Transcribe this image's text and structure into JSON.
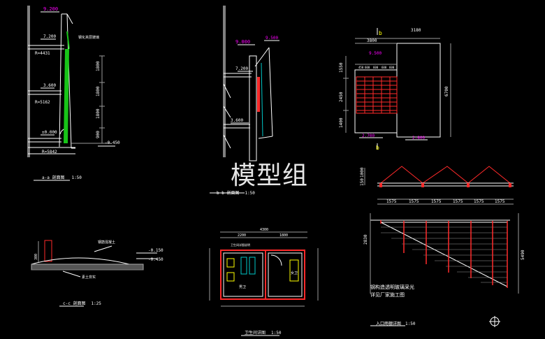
{
  "watermark": "模型组",
  "colors": {
    "background": "#000000",
    "line": "#ffffff",
    "dim": "#9a9a9a",
    "magenta": "#ff00ff",
    "red": "#ff2a2a",
    "green": "#18c418",
    "cyan": "#00c8c8"
  },
  "section_aa": {
    "title": "a-a 剖面图",
    "scale": "1:50",
    "levels": [
      "9.200",
      "7.200",
      "3.600",
      "±0.000",
      "-0.450"
    ],
    "r_labels": [
      "R=4431",
      "R=5162",
      "R=5842"
    ],
    "dims": [
      "1800",
      "1800",
      "1800",
      "900"
    ],
    "note": "钢化夹层玻璃"
  },
  "section_bb": {
    "title": "b-b 剖面图",
    "scale": "1:50",
    "levels": [
      "9.000",
      "9.500",
      "7.200",
      "3.600"
    ]
  },
  "plan_top": {
    "b_label": "b",
    "top_dims": [
      "3180",
      "3800",
      "9.500"
    ],
    "left_dims": [
      "1550",
      "2450",
      "1400"
    ],
    "right_dim": "6700",
    "col_dims": [
      "450",
      "600",
      "600",
      "600",
      "600"
    ],
    "bottom_levels": [
      "2.700",
      "2.800"
    ]
  },
  "section_cc": {
    "title": "c-c 剖面图",
    "scale": "1:25",
    "levels": [
      "-0.150",
      "-0.450"
    ],
    "dim_left": "300",
    "note1": "钢筋混凝土",
    "note2": "素土夯实"
  },
  "toilet_plan": {
    "title": "卫生间详图",
    "scale": "1:50",
    "top_dims": [
      "4300",
      "2200",
      "1800"
    ],
    "note": "卫生间详图说明",
    "room1": "男卫",
    "room2": "女卫"
  },
  "roof_elev": {
    "dims": [
      "1575",
      "1575",
      "1575",
      "1575",
      "1575",
      "1575"
    ],
    "height_dims": [
      "1000",
      "150"
    ]
  },
  "entrance_elev": {
    "title": "入口雨棚详图",
    "scale": "1:50",
    "note1": "钢构造透明玻璃采光",
    "note2": "详见厂家施工图",
    "dim_left": "2830",
    "dim_right": "5490"
  }
}
